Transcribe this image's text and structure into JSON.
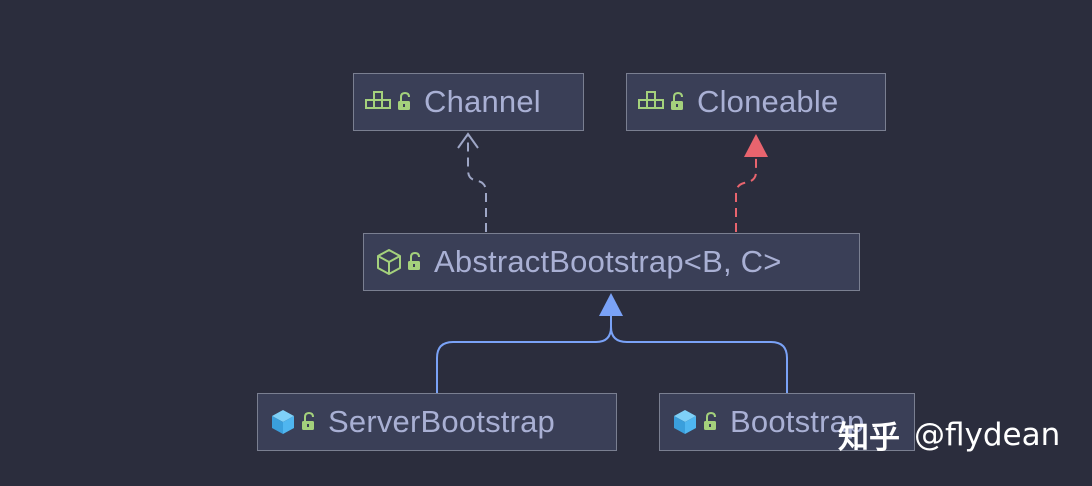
{
  "nodes": {
    "channel": {
      "label": "Channel",
      "kind": "interface",
      "icon": "interface-icon",
      "access": "public"
    },
    "cloneable": {
      "label": "Cloneable",
      "kind": "interface",
      "icon": "interface-icon",
      "access": "public"
    },
    "abstract_bootstrap": {
      "label": "AbstractBootstrap<B, C>",
      "kind": "abstract-class",
      "icon": "abstract-class-icon",
      "access": "public"
    },
    "server_bootstrap": {
      "label": "ServerBootstrap",
      "kind": "class",
      "icon": "class-icon",
      "access": "public"
    },
    "bootstrap": {
      "label": "Bootstrap",
      "kind": "class",
      "icon": "class-icon",
      "access": "public"
    }
  },
  "edges": [
    {
      "from": "abstract_bootstrap",
      "to": "channel",
      "type": "dependency"
    },
    {
      "from": "abstract_bootstrap",
      "to": "cloneable",
      "type": "implements"
    },
    {
      "from": "server_bootstrap",
      "to": "abstract_bootstrap",
      "type": "extends"
    },
    {
      "from": "bootstrap",
      "to": "abstract_bootstrap",
      "type": "extends"
    }
  ],
  "colors": {
    "background": "#2b2d3d",
    "node_fill": "#3a3f57",
    "node_border": "#7a7f91",
    "label_text": "#a9b0d4",
    "interface_icon": "#a4d17c",
    "class_icon": "#4fb6f0",
    "lock_icon": "#a4d17c",
    "dependency_edge": "#9ea6c6",
    "implements_edge": "#e8646e",
    "extends_edge": "#7aa2f7"
  },
  "watermark": {
    "site": "知乎",
    "author": "@flydean"
  }
}
